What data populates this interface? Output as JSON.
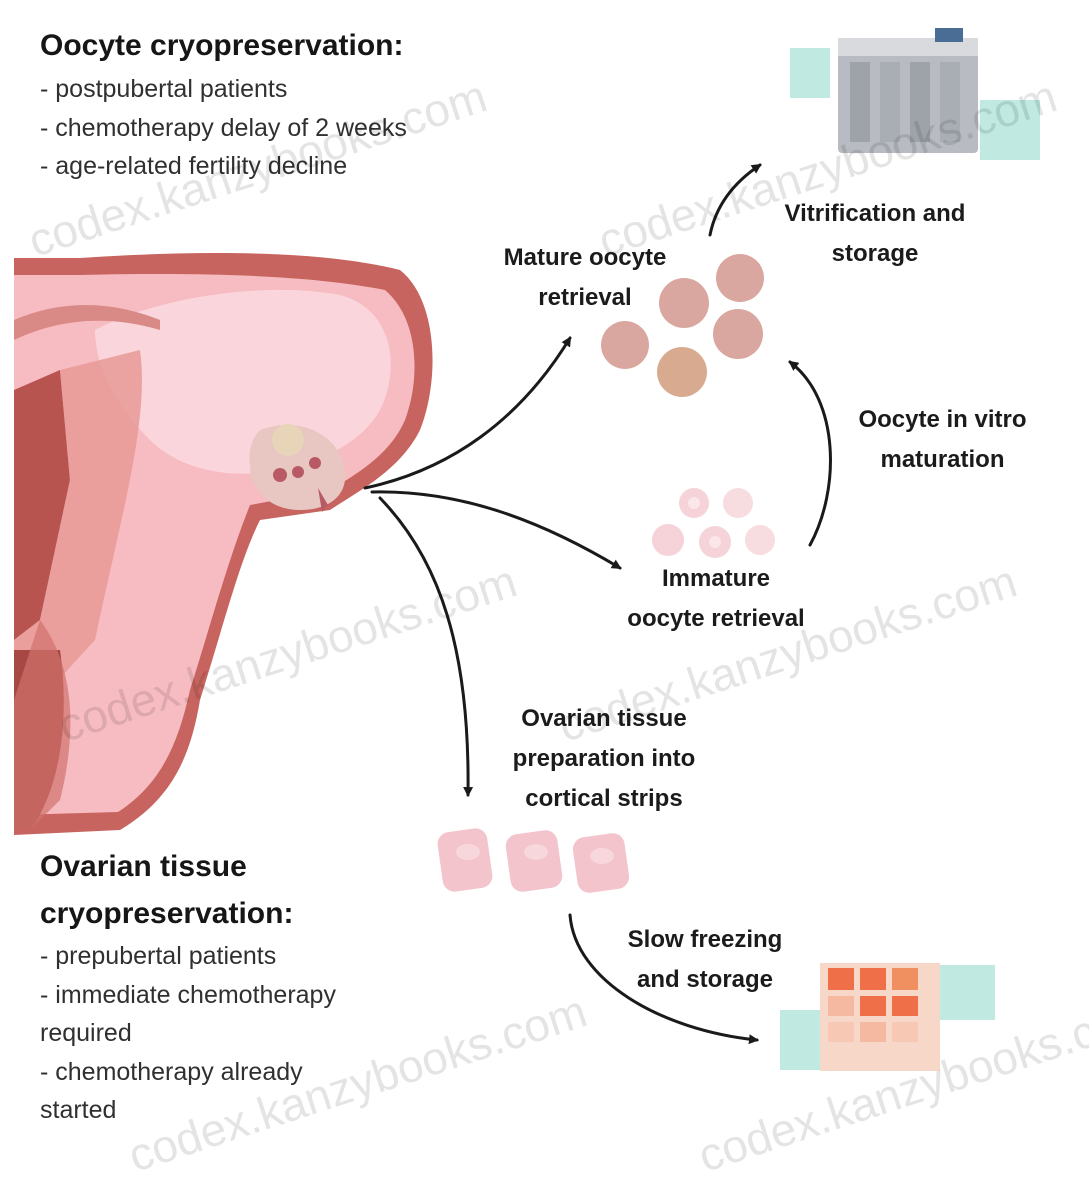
{
  "oocyte_section": {
    "title": "Oocyte cryopreservation:",
    "items": [
      "- postpubertal patients",
      "- chemotherapy delay of 2 weeks",
      "- age-related fertility decline"
    ]
  },
  "tissue_section": {
    "title_line1": "Ovarian tissue",
    "title_line2": "cryopreservation:",
    "items": [
      "- prepubertal patients",
      "- immediate chemotherapy",
      "required",
      "- chemotherapy already",
      "started"
    ]
  },
  "steps": {
    "mature_retrieval": [
      "Mature oocyte",
      "retrieval"
    ],
    "vitrification": [
      "Vitrification and",
      "storage"
    ],
    "ivm": [
      "Oocyte in vitro",
      "maturation"
    ],
    "immature_retrieval": [
      "Immature",
      "oocyte retrieval"
    ],
    "tissue_prep": [
      "Ovarian tissue",
      "preparation into",
      "cortical strips"
    ],
    "slow_freezing": [
      "Slow freezing",
      "and storage"
    ]
  },
  "watermark": "codex.kanzybooks.com",
  "colors": {
    "uterus_outer": "#c8645f",
    "uterus_pink": "#f7bcc2",
    "uterus_light": "#fad6dc",
    "mature_oocyte": "#d9a79f",
    "mature_oocyte_alt": "#d8aa90",
    "immature_oocyte": "#f5d3d8",
    "cortical_strip": "#f3c4cc",
    "storage_tank": "#b8bcc2",
    "storage_box": "#bfe9e1",
    "vial_orange": "#ef7048",
    "arrow": "#1a1a1a"
  },
  "icons": [
    "uterus-ovary-illustration",
    "cryo-storage-tank-icon",
    "storage-box-with-vials-icon"
  ]
}
